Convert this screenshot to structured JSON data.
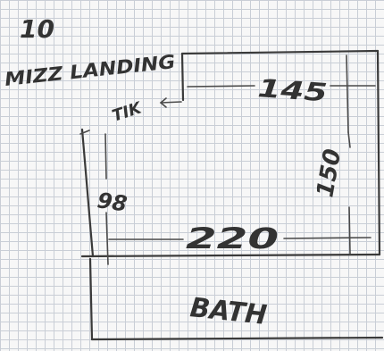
{
  "labels": {
    "top_note": "10",
    "room_name": "MIZZ LANDING",
    "tik": "TIK",
    "dim_top": "145",
    "dim_right": "150",
    "dim_left": "98",
    "dim_bottom": "220",
    "lower_label": "BATH"
  }
}
